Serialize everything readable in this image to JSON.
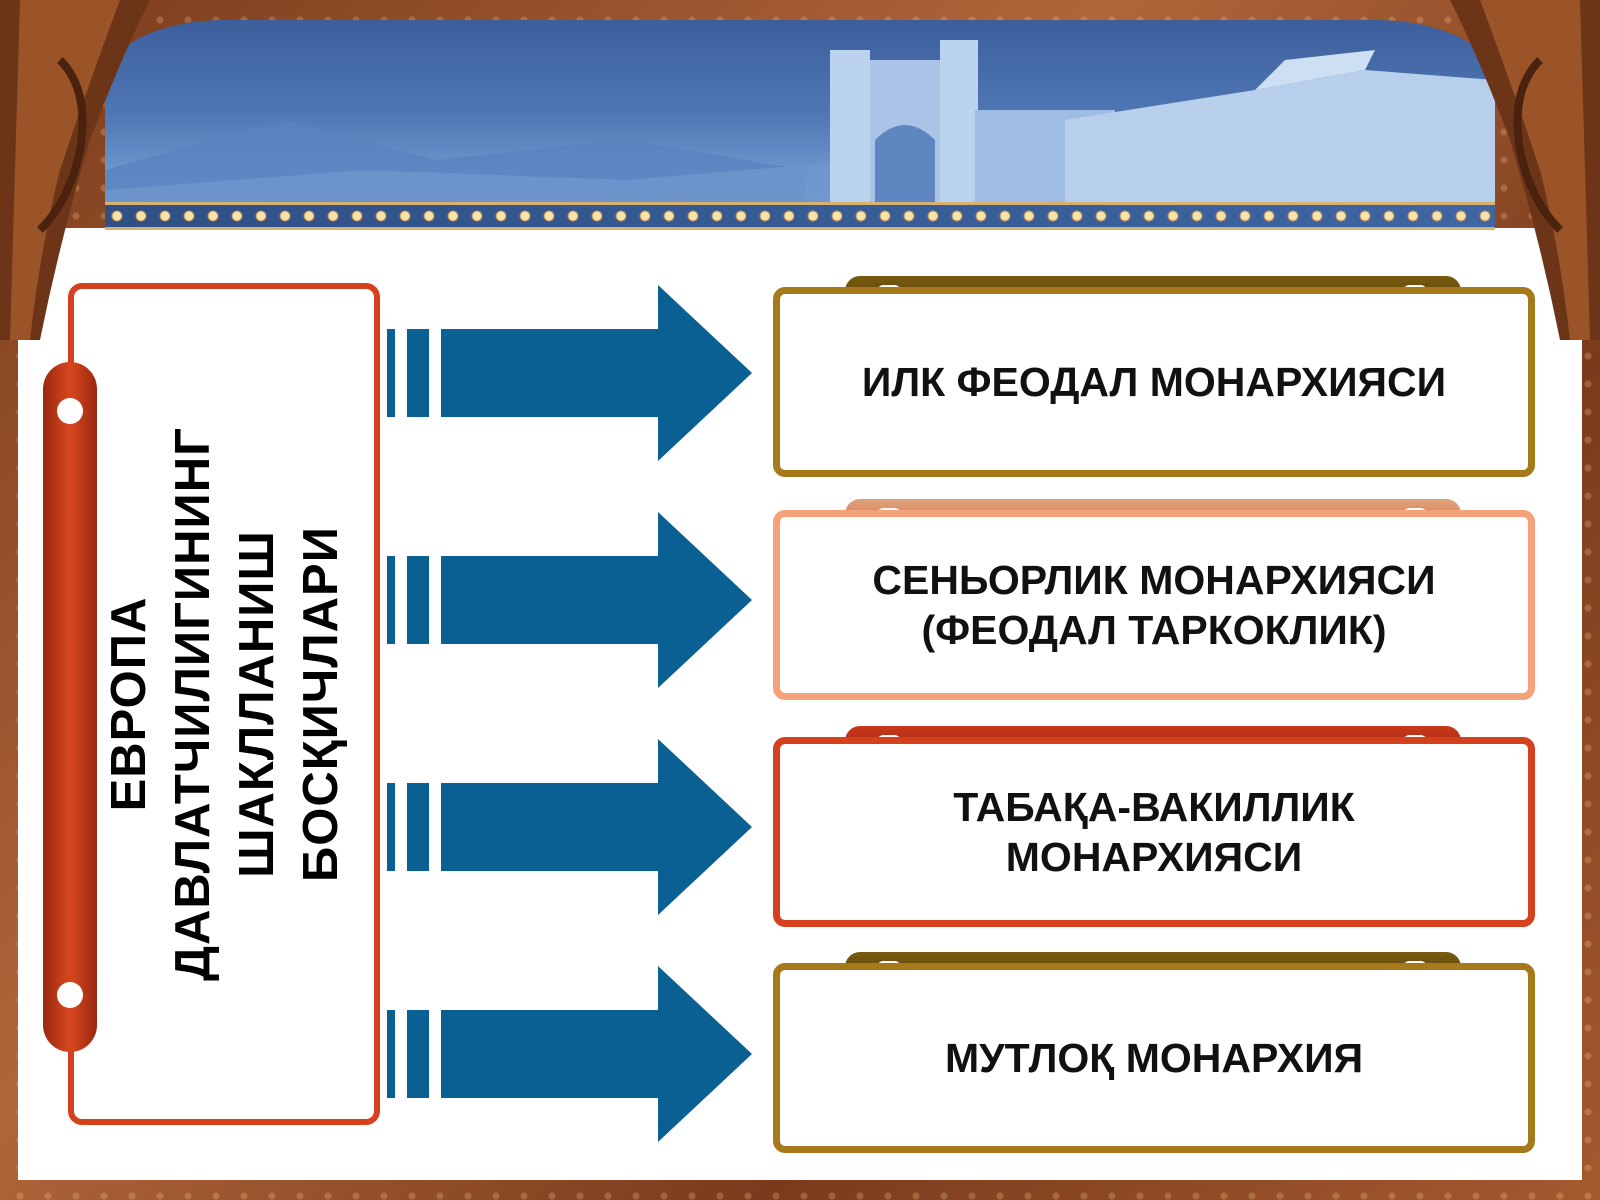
{
  "diagram": {
    "root_label_lines": [
      "ЕВРОПА",
      "ДАВЛАТЧИЛИГИНИНГ",
      "ШАКЛЛАНИШ",
      "БОСҚИЧЛАРИ"
    ],
    "stages": [
      {
        "label": "ИЛК ФЕОДАЛ МОНАРХИЯСИ",
        "color": "#a67a1a"
      },
      {
        "label": "СЕНЬОРЛИК МОНАРХИЯСИ (ФЕОДАЛ ТАРКОКЛИК)",
        "color": "#f5a27a"
      },
      {
        "label": "ТАБАҚА-ВАКИЛЛИК МОНАРХИЯСИ",
        "color": "#d5401d"
      },
      {
        "label": "МУТЛОҚ МОНАРХИЯ",
        "color": "#a67a1a"
      }
    ],
    "arrow_color": "#0a5f93",
    "root_color": "#d5401d"
  }
}
